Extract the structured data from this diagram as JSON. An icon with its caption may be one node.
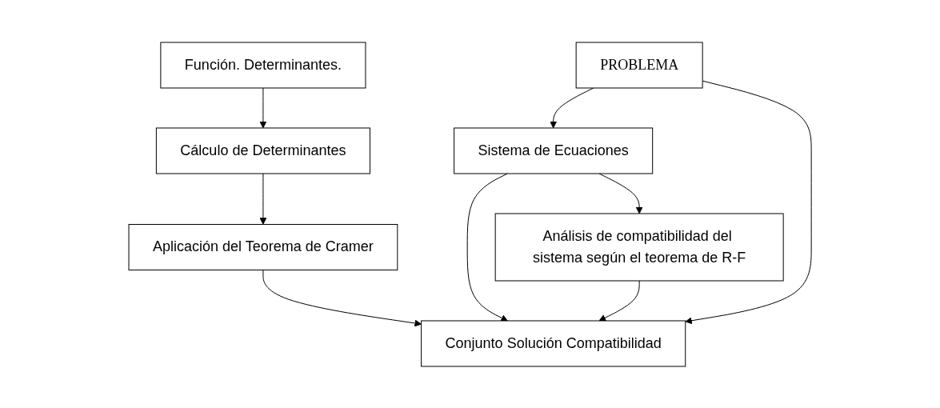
{
  "diagram": {
    "nodes": [
      {
        "text": [
          "Función. Determinantes."
        ]
      },
      {
        "text": [
          "Cálculo de Determinantes"
        ]
      },
      {
        "text": [
          "Aplicación del Teorema de Cramer"
        ]
      },
      {
        "text": [
          "PROBLEMA"
        ]
      },
      {
        "text": [
          "Sistema de Ecuaciones"
        ]
      },
      {
        "text": [
          "Conjunto Solución Compatibilidad"
        ]
      },
      {
        "text": [
          "Análisis de compatibilidad del sistema según el teorema de R-F"
        ]
      }
    ],
    "edges": [
      {
        "from": 0,
        "to": 1,
        "arrow": "to"
      },
      {
        "from": 1,
        "to": 2,
        "arrow": "to"
      },
      {
        "from": 3,
        "to": 4,
        "arrow": "to"
      },
      {
        "from": 3,
        "to": 5,
        "arrow": "to"
      },
      {
        "from": 4,
        "to": 5,
        "arrow": "to"
      },
      {
        "from": 4,
        "to": 6,
        "arrow": "to"
      },
      {
        "from": 2,
        "to": 5,
        "arrow": "to"
      },
      {
        "from": 6,
        "to": 5,
        "arrow": "to"
      }
    ]
  }
}
